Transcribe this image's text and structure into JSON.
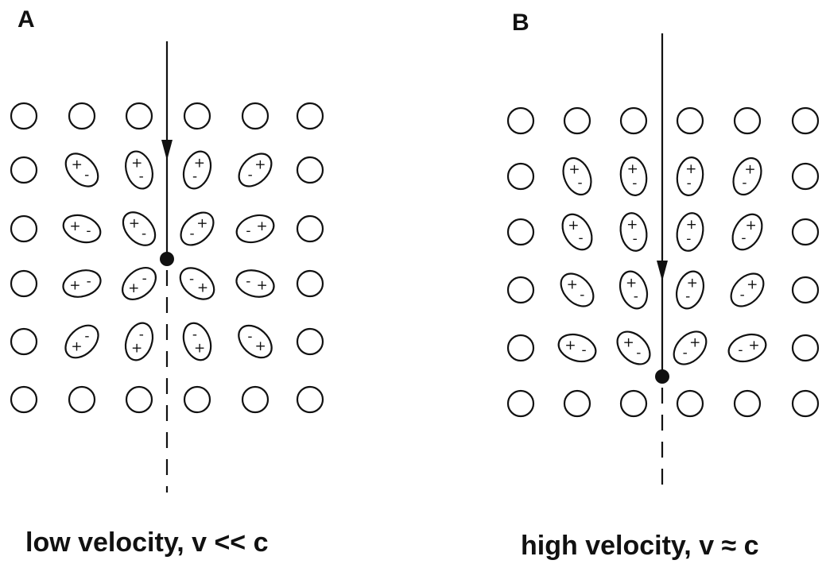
{
  "panels": [
    {
      "id": "A",
      "label": "A",
      "caption": "low velocity, v << c",
      "atoms": [
        [
          "o",
          "o",
          "o",
          "o",
          "o",
          "o"
        ],
        [
          "o",
          "-+",
          "-+",
          "-+",
          "-+",
          "o"
        ],
        [
          "o",
          "-+",
          "-+",
          "+-",
          "+-",
          "o"
        ],
        [
          "o",
          "-+",
          "+-",
          "+-",
          "+-",
          "o"
        ],
        [
          "o",
          "-+",
          "+-",
          "+-",
          "+-",
          "o"
        ],
        [
          "o",
          "o",
          "o",
          "o",
          "o",
          "o"
        ]
      ]
    },
    {
      "id": "B",
      "label": "B",
      "caption": "high velocity, v ≈ c",
      "atoms": [
        [
          "o",
          "o",
          "o",
          "o",
          "o",
          "o"
        ],
        [
          "o",
          "-+",
          "-+",
          "-+",
          "+-",
          "o"
        ],
        [
          "o",
          "-+",
          "-+",
          "-+",
          "+-",
          "o"
        ],
        [
          "o",
          "-+",
          "-+",
          "+-",
          "+-",
          "o"
        ],
        [
          "o",
          "-+",
          "-+",
          "+-",
          "+-",
          "o"
        ],
        [
          "o",
          "o",
          "o",
          "o",
          "o",
          "o"
        ]
      ]
    }
  ]
}
